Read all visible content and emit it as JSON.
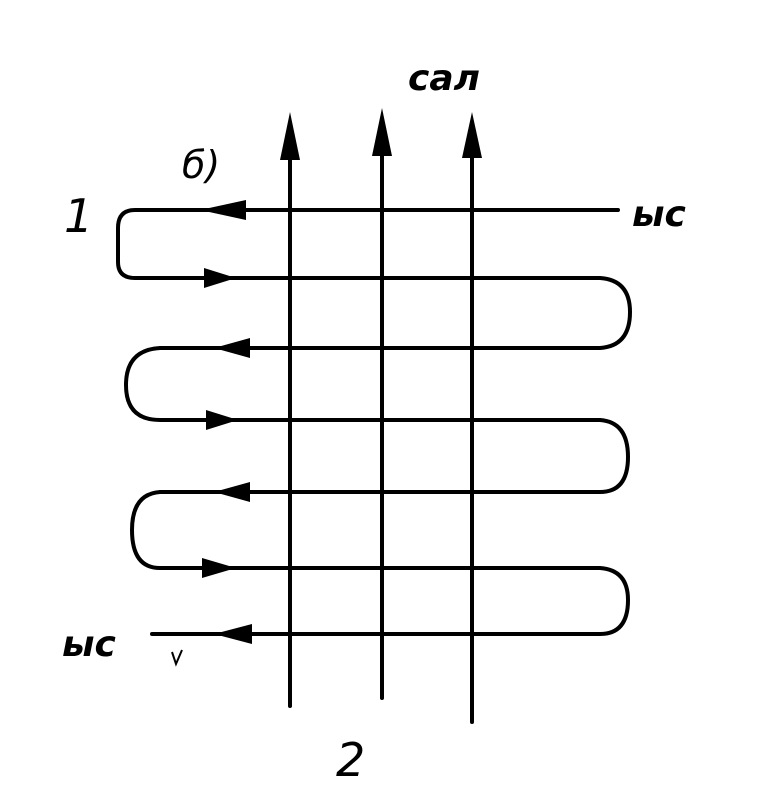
{
  "diagram": {
    "panel_label": "б)",
    "number_1": "1",
    "number_2": "2",
    "upflow_label": "сал",
    "inlet_label": "ыс",
    "outlet_label": "ыс",
    "line_color": "#000000",
    "background": "#ffffff"
  }
}
